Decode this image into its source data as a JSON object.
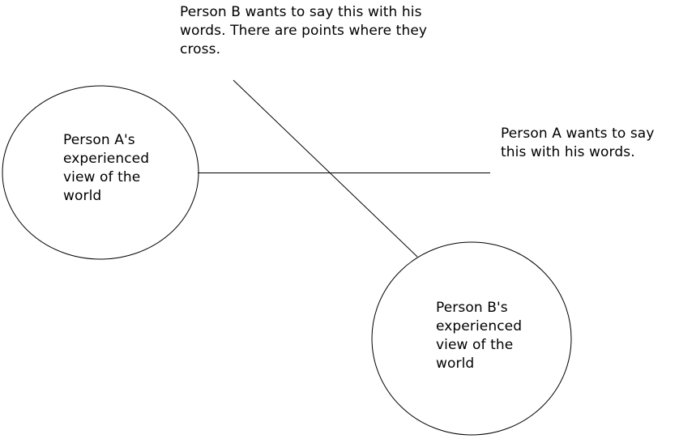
{
  "diagram": {
    "colors": {
      "background": "#ffffff",
      "stroke": "#000000",
      "text": "#000000"
    },
    "nodes": [
      {
        "id": "person-a-world",
        "label": "Person A's\nexperienced\nview of the\nworld"
      },
      {
        "id": "person-b-world",
        "label": "Person B's\nexperienced\nview of the\nworld"
      }
    ],
    "captions": [
      {
        "id": "person-b-intent",
        "text": "Person B wants to say this with his\nwords. There are points where they\ncross."
      },
      {
        "id": "person-a-intent",
        "text": "Person A wants to say\nthis with his words."
      }
    ]
  }
}
